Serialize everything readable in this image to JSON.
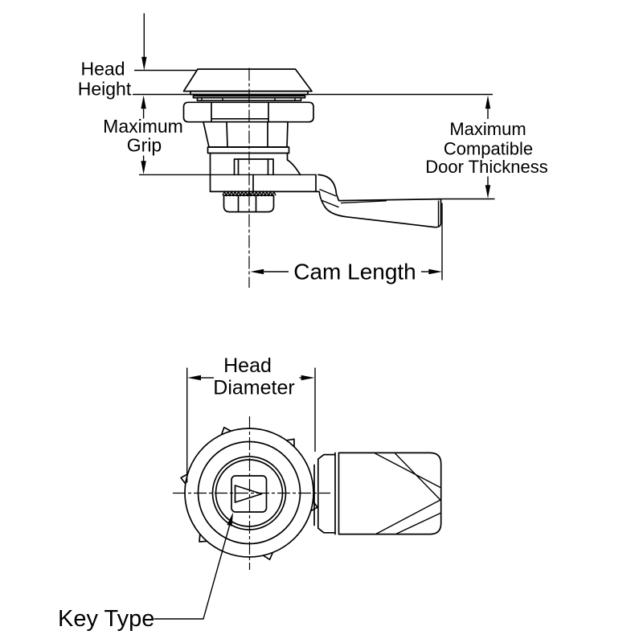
{
  "drawing": {
    "type": "engineering-dimension-diagram",
    "subject": "cam-latch",
    "colors": {
      "line": "#000000",
      "text": "#000000",
      "background": "#ffffff"
    },
    "side_view": {
      "dim_head_height": {
        "line1": "Head",
        "line2": "Height"
      },
      "dim_maximum_grip": {
        "line1": "Maximum",
        "line2": "Grip"
      },
      "dim_door_thickness": {
        "line1": "Maximum",
        "line2": "Compatible",
        "line3": "Door Thickness"
      },
      "dim_cam_length": {
        "label": "Cam Length"
      }
    },
    "front_view": {
      "dim_head_diameter": {
        "line1": "Head",
        "line2": "Diameter"
      },
      "callout_key_type": {
        "label": "Key Type"
      },
      "key_symbol_icon": "triangle-key-icon"
    }
  }
}
